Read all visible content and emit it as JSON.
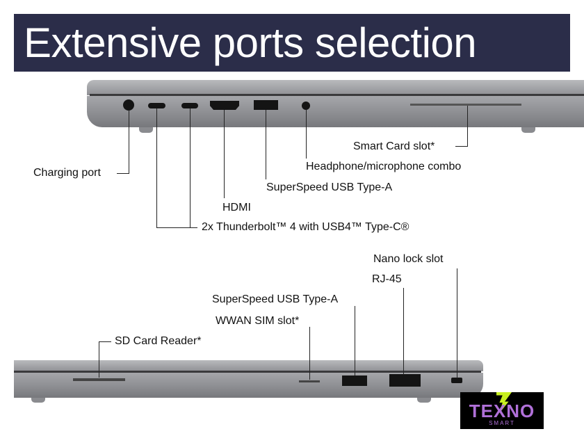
{
  "title": "Extensive ports selection",
  "top_labels": {
    "smart_card": "Smart Card slot*",
    "charging": "Charging port",
    "headphone": "Headphone/microphone combo",
    "usb_a": "SuperSpeed USB Type-A",
    "hdmi": "HDMI",
    "thunderbolt": "2x Thunderbolt™ 4 with USB4™ Type-C®"
  },
  "bottom_labels": {
    "nano_lock": "Nano lock slot",
    "rj45": "RJ-45",
    "usb_a": "SuperSpeed USB Type-A",
    "wwan": "WWAN SIM slot*",
    "sd": "SD Card Reader*"
  },
  "logo": {
    "text": "TEXNO",
    "sub": "SMART"
  }
}
